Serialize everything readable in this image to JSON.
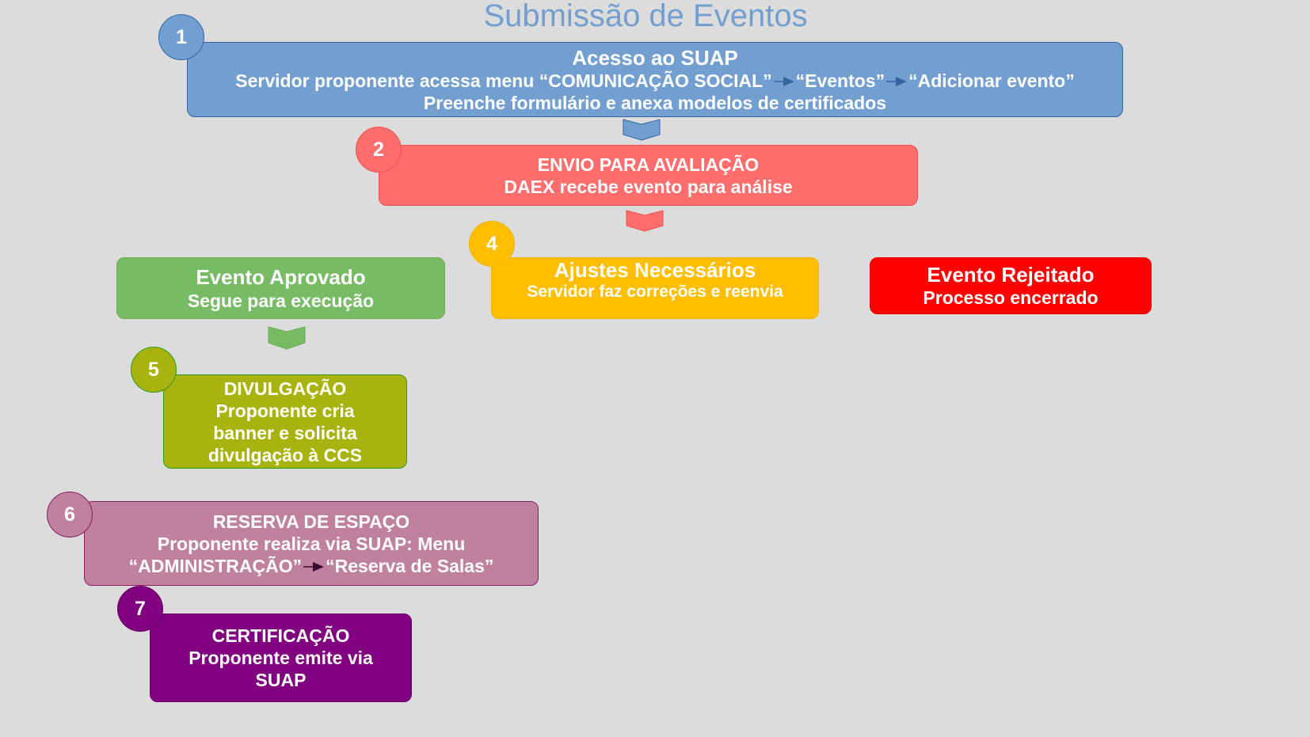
{
  "title": "Submissão de Eventos",
  "colors": {
    "step1": "#729fcf",
    "step2": "#ff6d6d",
    "approved": "#77bc65",
    "adjustments": "#ffbf00",
    "rejected": "#ff0000",
    "step5": "#a9b30f",
    "step6": "#bf819e",
    "step7": "#800080"
  },
  "steps": {
    "access": {
      "number": "1",
      "heading": "Acesso ao SUAP",
      "line_parts": [
        "Servidor proponente acessa menu “COMUNICAÇÃO SOCIAL”",
        "“Eventos”",
        "“Adicionar evento”"
      ],
      "line3": "Preenche formulário e anexa modelos de certificados"
    },
    "evaluation": {
      "number": "2",
      "heading": "ENVIO PARA AVALIAÇÃO",
      "body": "DAEX recebe evento para análise"
    },
    "approved": {
      "heading": "Evento Aprovado",
      "body": "Segue para execução"
    },
    "adjustments": {
      "number": "4",
      "heading": "Ajustes Necessários",
      "body": "Servidor faz correções e reenvia"
    },
    "rejected": {
      "heading": "Evento Rejeitado",
      "body": "Processo encerrado"
    },
    "divulgation": {
      "number": "5",
      "lines": [
        "DIVULGAÇÃO",
        "Proponente cria",
        "banner e solicita",
        "divulgação à CCS"
      ]
    },
    "reservation": {
      "number": "6",
      "lines": [
        "RESERVA DE ESPAÇO",
        "Proponente realiza via SUAP: Menu"
      ],
      "line_parts": [
        "“ADMINISTRAÇÃO”",
        "“Reserva de Salas”"
      ]
    },
    "certification": {
      "number": "7",
      "lines": [
        "CERTIFICAÇÃO",
        "Proponente emite via",
        "SUAP"
      ]
    }
  }
}
